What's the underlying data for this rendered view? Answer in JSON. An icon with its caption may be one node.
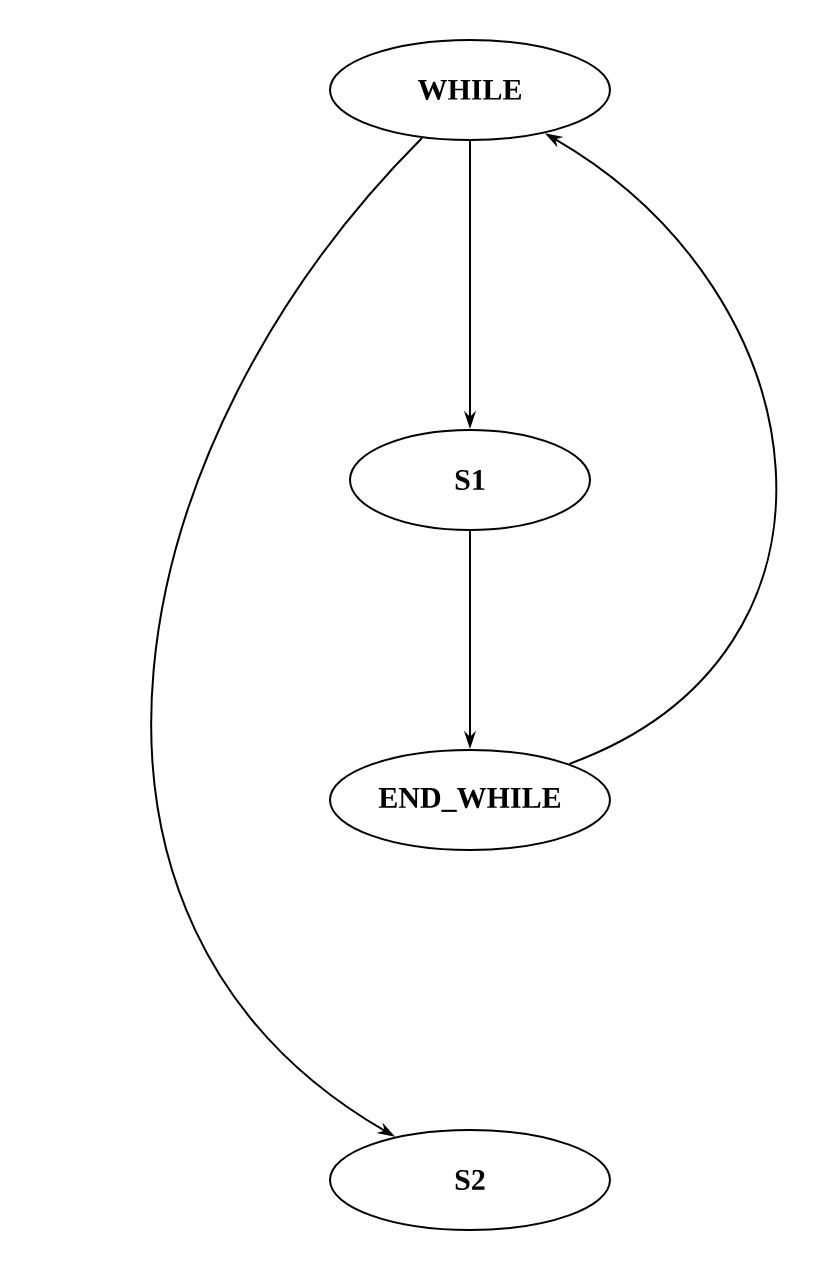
{
  "diagram": {
    "nodes": [
      {
        "text": [
          "WHILE"
        ]
      },
      {
        "text": [
          "S1"
        ]
      },
      {
        "text": [
          "END_WHILE"
        ]
      },
      {
        "text": [
          "S2"
        ]
      }
    ],
    "edges": [
      {
        "from": 0,
        "to": 1,
        "arrow": "to"
      },
      {
        "from": 1,
        "to": 2,
        "arrow": "to"
      },
      {
        "from": 2,
        "to": 0,
        "arrow": "to"
      },
      {
        "from": 0,
        "to": 3,
        "arrow": "to"
      }
    ]
  }
}
